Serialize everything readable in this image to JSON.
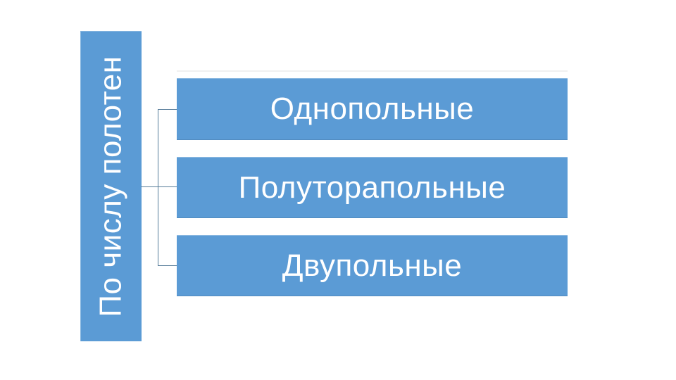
{
  "diagram": {
    "category": {
      "label": "По числу полотен"
    },
    "items": [
      {
        "label": "Однопольные"
      },
      {
        "label": "Полуторапольные"
      },
      {
        "label": "Двупольные"
      }
    ],
    "colors": {
      "shape_fill": "#5b9bd5",
      "shape_text": "#ffffff",
      "connector_line": "#557b99",
      "background": "#ffffff"
    }
  }
}
